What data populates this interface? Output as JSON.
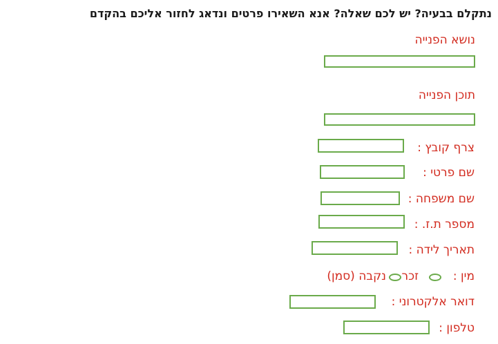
{
  "heading": "נתקלם בבעיה? יש לכם שאלה? אנא השאירו פרטים ונדאג לחזור אליכם בהקדם",
  "fields": {
    "subject_label": "נושא הפנייה",
    "content_label": "תוכן הפנייה",
    "attach_label": "צרף קובץ :",
    "first_name_label": "שם פרטי :",
    "last_name_label": "שם משפחה :",
    "id_label": "מספר ת.ז. :",
    "birthdate_label": "תאריך לידה :",
    "gender_label": "מין :",
    "gender_male": "זכר",
    "gender_female": "נקבה (סמן)",
    "email_label": "דואר אלקטרוני :",
    "phone_label": "טלפון :"
  },
  "colors": {
    "label": "#d22a1e",
    "input_border": "#6aaa4a",
    "heading": "#1a1a1a"
  }
}
